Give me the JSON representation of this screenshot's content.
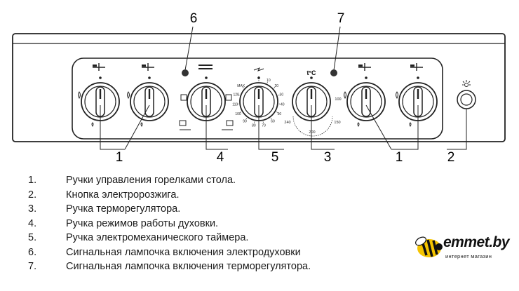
{
  "callouts": {
    "top": [
      "6",
      "7"
    ],
    "bottom": [
      "1",
      "4",
      "5",
      "3",
      "1",
      "2"
    ]
  },
  "timer_scale": [
    "0",
    "10",
    "20",
    "30",
    "40",
    "50",
    "60",
    "70",
    "80",
    "90",
    "100",
    "110",
    "120",
    "MAX"
  ],
  "thermostat_scale": [
    "100",
    "150",
    "200",
    "240"
  ],
  "thermostat_symbol": "t°C",
  "legend": [
    {
      "num": "1.",
      "text": "Ручки управления горелками стола."
    },
    {
      "num": "2.",
      "text": "Кнопка электророзжига."
    },
    {
      "num": "3.",
      "text": "Ручка терморегулятора."
    },
    {
      "num": "4.",
      "text": "Ручка режимов работы духовки."
    },
    {
      "num": "5.",
      "text": "Ручка электромеханического таймера."
    },
    {
      "num": "6.",
      "text": "Сигнальная лампочка включения электродуховки"
    },
    {
      "num": "7.",
      "text": "Сигнальная лампочка включения терморегулятора."
    }
  ],
  "brand": {
    "name": "emmet.by",
    "tagline": "интернет магазин"
  },
  "colors": {
    "line": "#222222",
    "accent": "#f5c400"
  }
}
